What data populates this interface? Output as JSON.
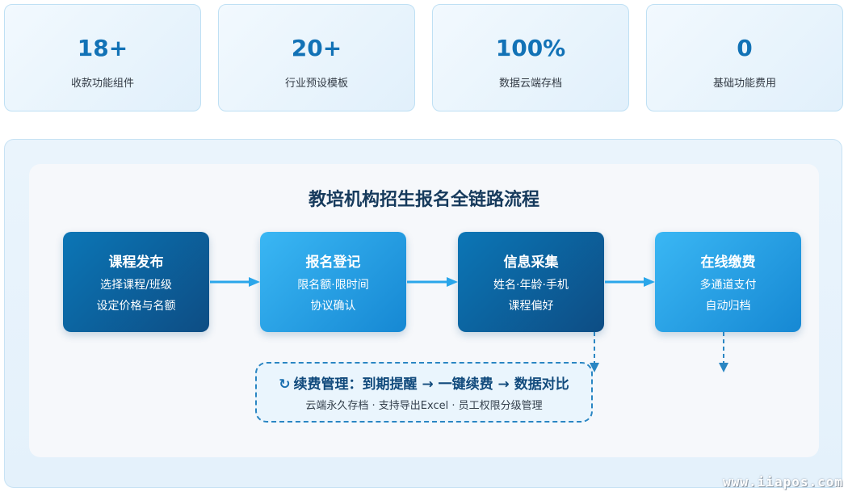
{
  "stats": [
    {
      "value": "18+",
      "label": "收款功能组件"
    },
    {
      "value": "20+",
      "label": "行业预设模板"
    },
    {
      "value": "100%",
      "label": "数据云端存档"
    },
    {
      "value": "0",
      "label": "基础功能费用"
    }
  ],
  "flow": {
    "title": "教培机构招生报名全链路流程",
    "steps": [
      {
        "title": "课程发布",
        "line1": "选择课程/班级",
        "line2": "设定价格与名额"
      },
      {
        "title": "报名登记",
        "line1": "限名额·限时间",
        "line2": "协议确认"
      },
      {
        "title": "信息采集",
        "line1": "姓名·年龄·手机",
        "line2": "课程偏好"
      },
      {
        "title": "在线缴费",
        "line1": "多通道支付",
        "line2": "自动归档"
      }
    ],
    "renewal": {
      "icon": "refresh-icon",
      "icon_glyph": "↻",
      "headline": "续费管理：到期提醒 → 一键续费 → 数据对比",
      "subline": "云端永久存档 · 支持导出Excel · 员工权限分级管理"
    }
  },
  "colors": {
    "stat_value": "#1272b6",
    "step_dark": "#0d4d84",
    "step_light": "#2aa6ea",
    "arrow": "#2aa6ea",
    "dashed_border": "#2a86c3",
    "title": "#163a5c"
  },
  "watermark": "www.iiapos.com"
}
